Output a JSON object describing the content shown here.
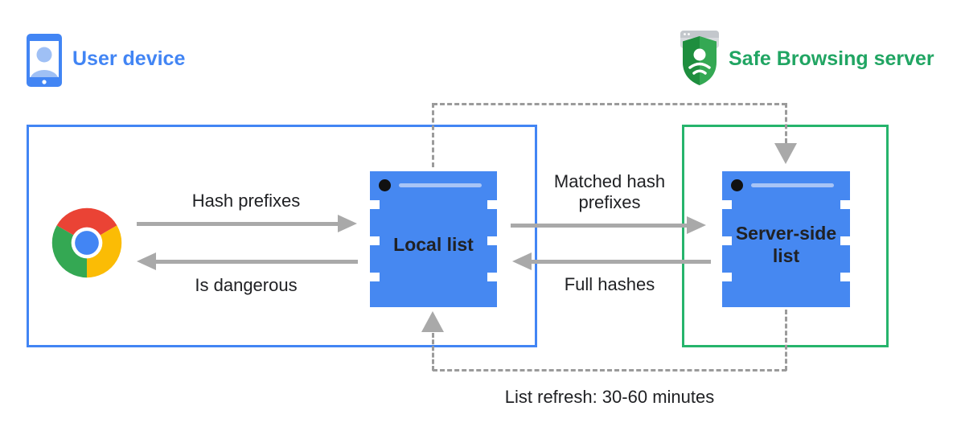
{
  "header": {
    "user_device_label": "User device",
    "safe_browsing_label": "Safe Browsing server"
  },
  "nodes": {
    "local_list_label": "Local list",
    "server_list_label": "Server-side list"
  },
  "flows": {
    "hash_prefixes": "Hash prefixes",
    "is_dangerous": "Is dangerous",
    "matched_hash_prefixes": "Matched hash prefixes",
    "full_hashes": "Full hashes",
    "list_refresh": "List refresh: 30-60 minutes"
  },
  "icons": {
    "chrome": "chrome-browser-logo",
    "phone": "user-device-phone-icon",
    "shield": "safe-browsing-shield-icon"
  },
  "colors": {
    "blue": "#4285F4",
    "node_fill": "#4688F1",
    "light_blue": "#A8C4F6",
    "green_border": "#26B46C",
    "green_text": "#21A563",
    "arrow_gray": "#A9A9A9",
    "dash_gray": "#9B9B9B",
    "text": "#202124",
    "chrome_red": "#EA4335",
    "chrome_yellow": "#FBBC05",
    "chrome_green": "#34A853",
    "shield_dark_green": "#1E8E3E",
    "shield_light_green": "#34A853"
  }
}
